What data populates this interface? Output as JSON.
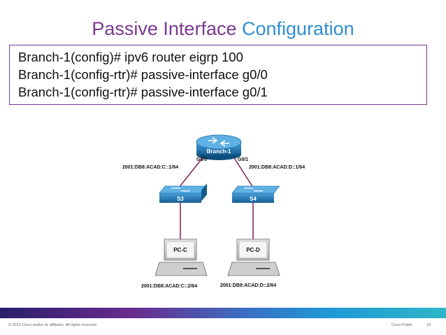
{
  "slide": {
    "title_part1": "Passive Interface",
    "title_part2": "Configuration",
    "commands": [
      "Branch-1(config)# ipv6 router eigrp 100",
      "Branch-1(config-rtr)# passive-interface g0/0",
      "Branch-1(config-rtr)# passive-interface g0/1"
    ]
  },
  "diagram": {
    "router": {
      "name": "Branch-1"
    },
    "interfaces": {
      "left": {
        "name": "G0/0",
        "address": "2001:DB8:ACAD:C::1/64"
      },
      "right": {
        "name": "G0/1",
        "address": "2001:DB8:ACAD:D::1/64"
      }
    },
    "switches": [
      {
        "name": "S3"
      },
      {
        "name": "S4"
      }
    ],
    "pcs": [
      {
        "name": "PC-C",
        "address": "2001:DB8:ACAD:C::2/64"
      },
      {
        "name": "PC-D",
        "address": "2001:DB8:ACAD:D::2/64"
      }
    ],
    "colors": {
      "device": "#1b6fa8",
      "link": "#8a2a5c"
    }
  },
  "footer": {
    "copyright": "© 2013 Cisco and/or its affiliates. All rights reserved.",
    "classification": "Cisco Public",
    "page": "10"
  }
}
